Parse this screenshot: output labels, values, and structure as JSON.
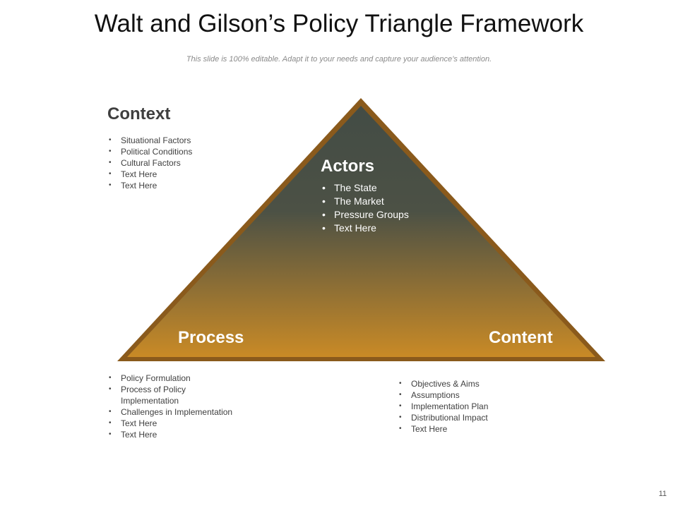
{
  "slide": {
    "title": "Walt and Gilson’s Policy Triangle Framework",
    "subtitle": "This slide is 100% editable. Adapt it to your needs and capture your audience’s attention.",
    "page_number": "11"
  },
  "context": {
    "heading": "Context",
    "items": [
      "Situational Factors",
      "Political Conditions",
      "Cultural Factors",
      "Text Here",
      "Text Here"
    ]
  },
  "actors": {
    "heading": "Actors",
    "items": [
      "The State",
      "The Market",
      "Pressure Groups",
      "Text Here"
    ]
  },
  "process": {
    "heading": "Process",
    "items": [
      "Policy Formulation",
      "Process of Policy Implementation",
      "Challenges  in Implementation",
      "Text Here",
      "Text Here"
    ]
  },
  "content": {
    "heading": "Content",
    "items": [
      "Objectives  & Aims",
      "Assumptions",
      "Implementation Plan",
      "Distributional Impact",
      "Text Here"
    ]
  },
  "colors": {
    "triangle_border": "#8a5a1c",
    "triangle_top": "#434c45",
    "triangle_bottom": "#c98a26",
    "heading_dark": "#3f3f3f",
    "heading_light": "#ffffff"
  }
}
